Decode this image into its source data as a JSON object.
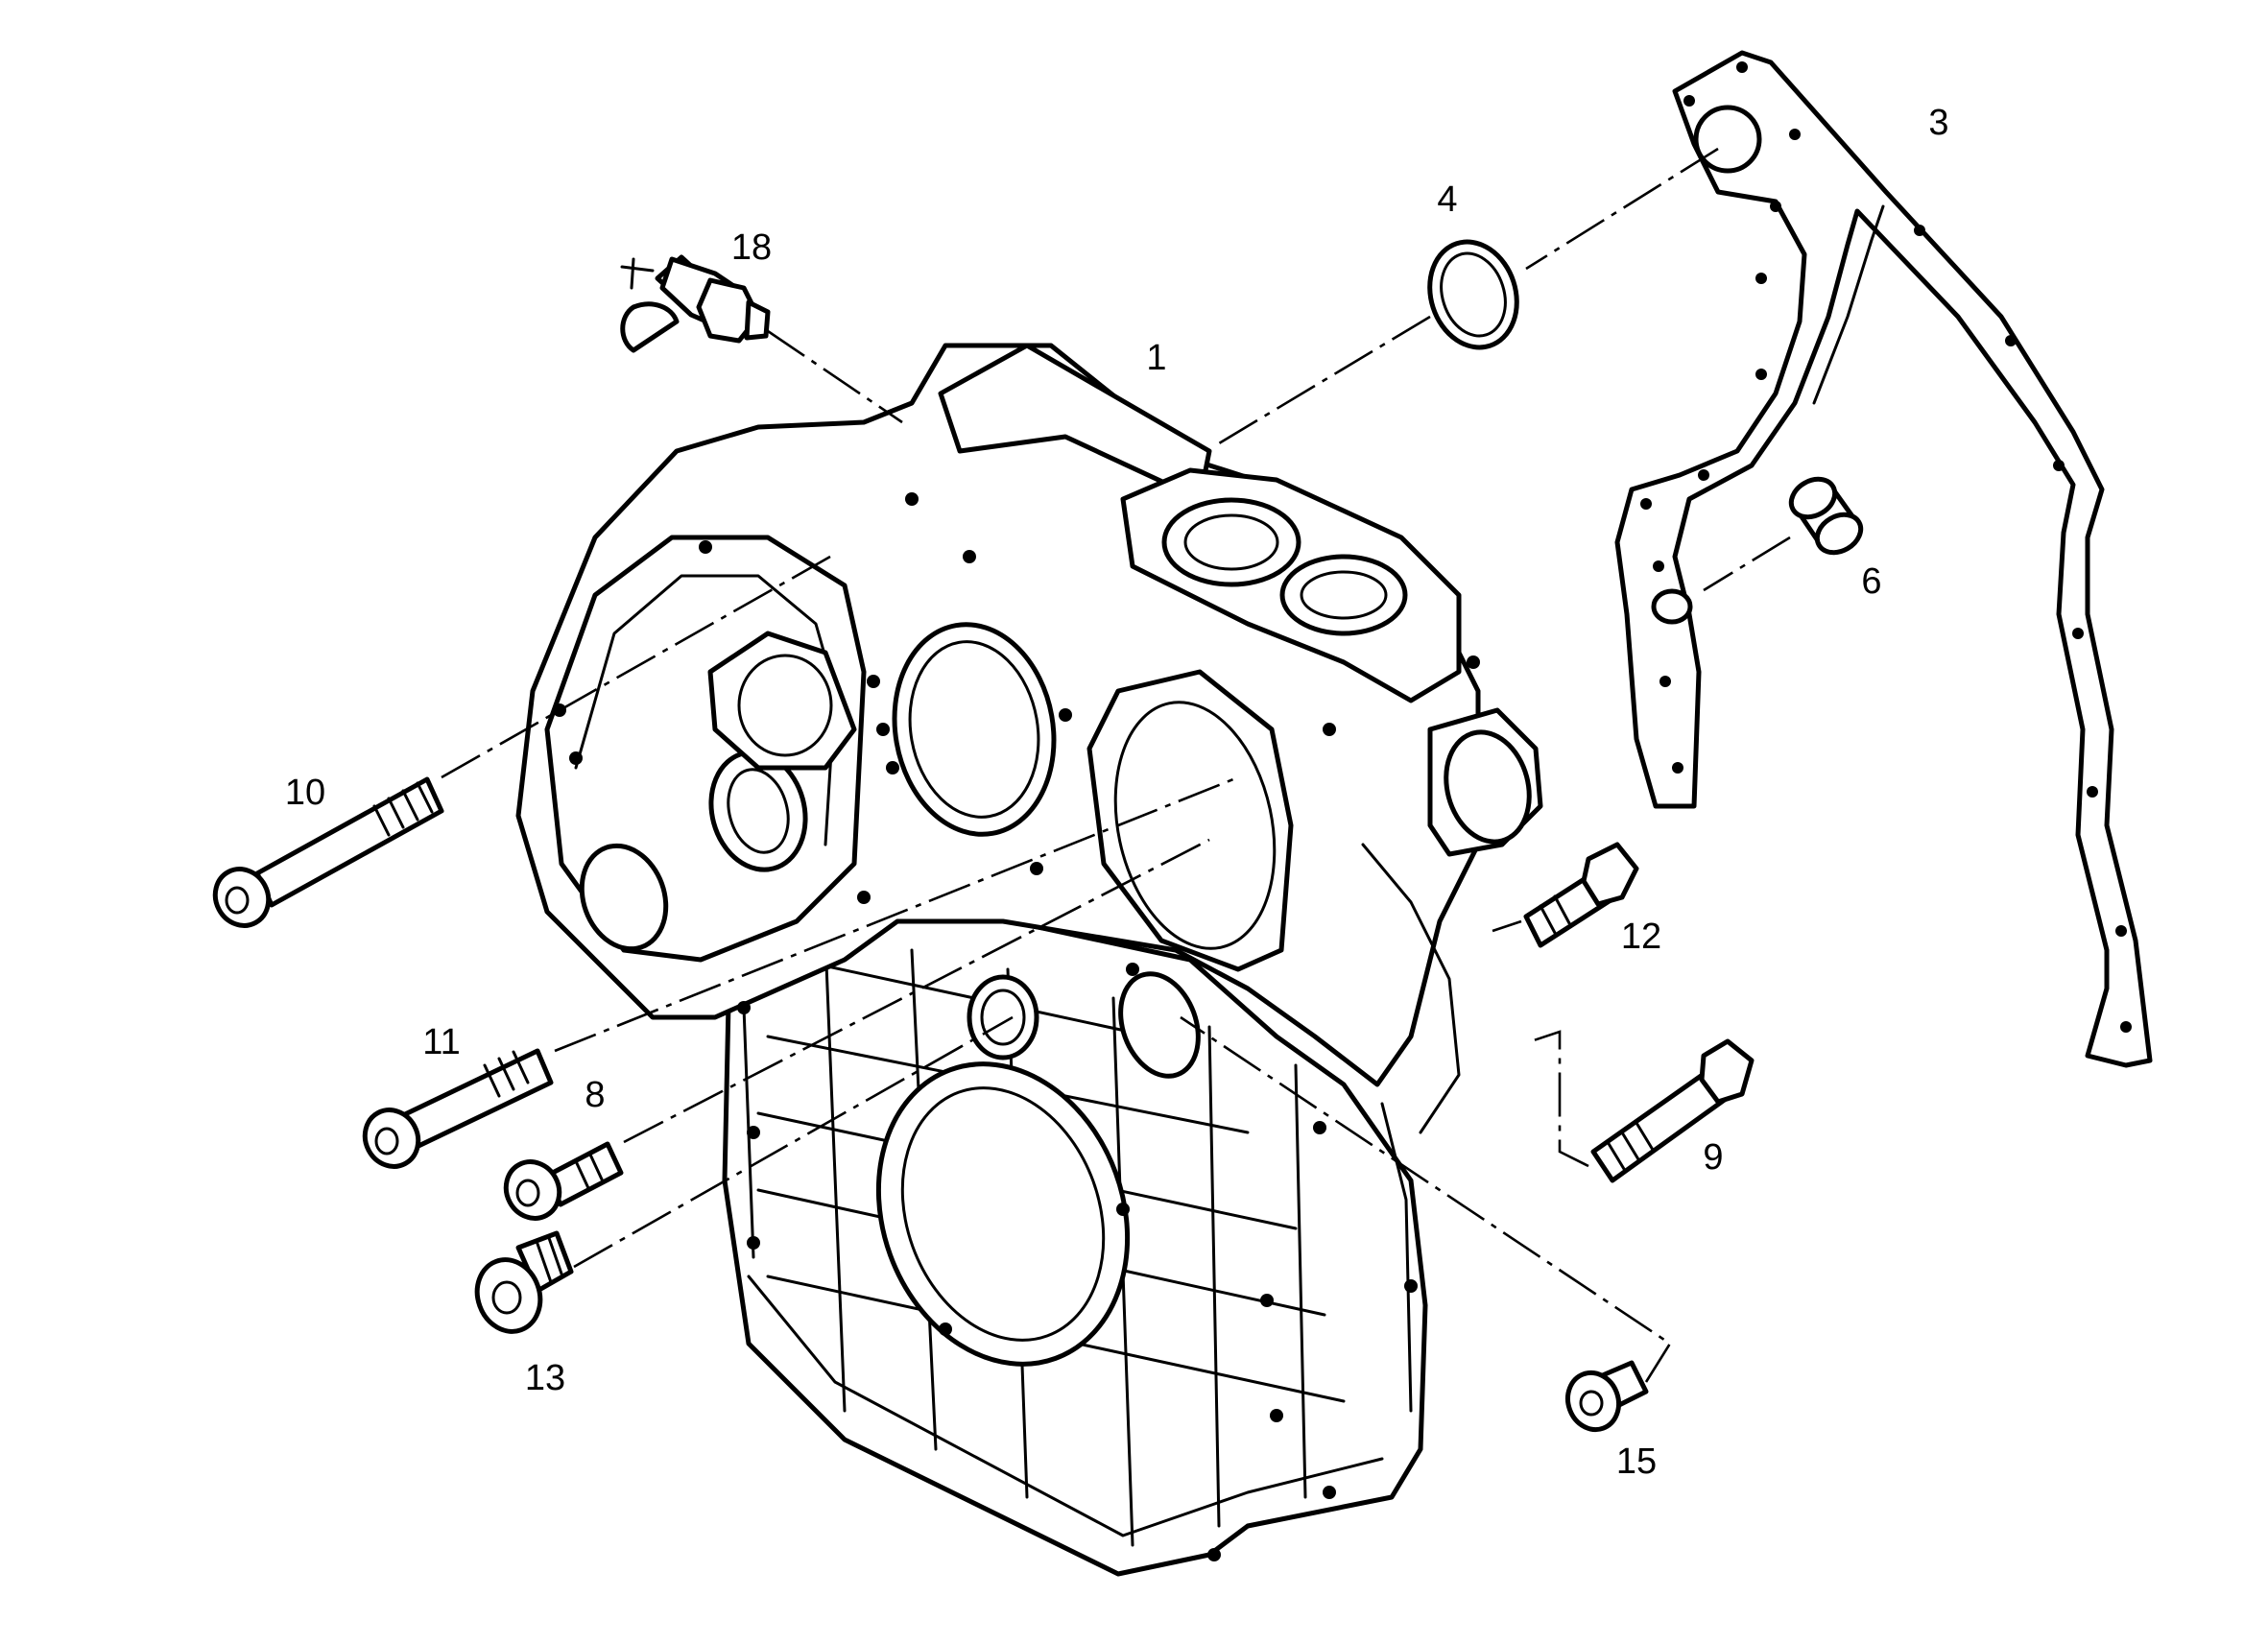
{
  "diagram": {
    "callouts": [
      {
        "id": "c1",
        "label": "1"
      },
      {
        "id": "c3",
        "label": "3"
      },
      {
        "id": "c4",
        "label": "4"
      },
      {
        "id": "c6",
        "label": "6"
      },
      {
        "id": "c8",
        "label": "8"
      },
      {
        "id": "c9",
        "label": "9"
      },
      {
        "id": "c10",
        "label": "10"
      },
      {
        "id": "c11",
        "label": "11"
      },
      {
        "id": "c12",
        "label": "12"
      },
      {
        "id": "c13",
        "label": "13"
      },
      {
        "id": "c15",
        "label": "15"
      },
      {
        "id": "c18",
        "label": "18"
      }
    ]
  }
}
